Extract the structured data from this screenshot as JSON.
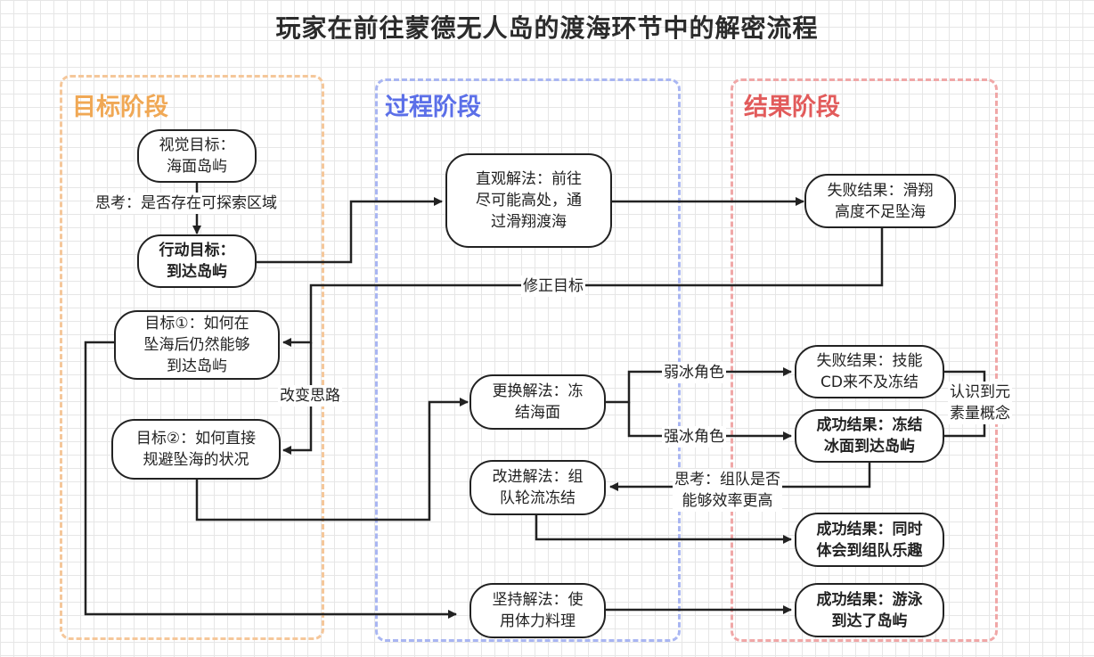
{
  "title": "玩家在前往蒙德无人岛的渡海环节中的解密流程",
  "colors": {
    "goal_phase": "#f0a855",
    "process_phase": "#5b6fe8",
    "result_phase": "#e25b5b",
    "goal_phase_border": "#f5c79a",
    "process_phase_border": "#a9b6f2",
    "result_phase_border": "#f0a7a7",
    "line": "#222222"
  },
  "phases": {
    "goal": "目标阶段",
    "process": "过程阶段",
    "result": "结果阶段"
  },
  "nodes": {
    "visual_goal": "视觉目标：\n海面岛屿",
    "action_goal": "行动目标：\n到达岛屿",
    "goal1": "目标①：如何在\n坠海后仍然能够\n到达岛屿",
    "goal2": "目标②：如何直接\n规避坠海的状况",
    "intuitive": "直观解法：前往\n尽可能高处，通\n过滑翔渡海",
    "replace": "更换解法：冻\n结海面",
    "improve": "改进解法：组\n队轮流冻结",
    "persist": "坚持解法：使\n用体力料理",
    "fail_glide": "失败结果：滑翔\n高度不足坠海",
    "fail_cd": "失败结果：技能\nCD来不及冻结",
    "success_freeze": "成功结果：冻结\n冰面到达岛屿",
    "success_team": "成功结果：同时\n体会到组队乐趣",
    "success_swim": "成功结果：游泳\n到达了岛屿"
  },
  "edge_labels": {
    "think_explore": "思考：是否存在可探索区域",
    "fix_goal": "修正目标",
    "change_thinking": "改变思路",
    "weak_ice": "弱冰角色",
    "strong_ice": "强冰角色",
    "stamina_concept": "认识到元\n素量概念",
    "think_team": "思考：组队是否\n能够效率更高"
  }
}
